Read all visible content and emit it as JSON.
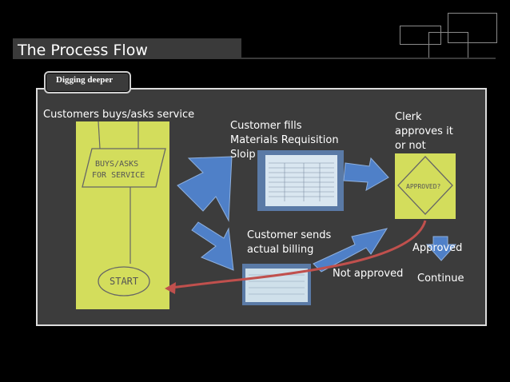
{
  "slide": {
    "title": "The Process Flow",
    "subtitle": "Digging deeper"
  },
  "flow": {
    "step1": "Customers buys/asks service",
    "step2_line1": "Customer fills",
    "step2_line2": "Materials Requisition",
    "step2_line3": "Sloip",
    "step3_line1": "Clerk",
    "step3_line2": "approves it",
    "step3_line3": "or not",
    "step4_line1": "Customer sends",
    "step4_line2": "actual billing",
    "not_approved": "Not approved",
    "approved": "Approved",
    "continue": "Continue"
  },
  "sketch": {
    "box_line1": "BUYS/ASKS",
    "box_line2": "FOR SERVICE",
    "start": "START",
    "diamond": "APPROVED?"
  },
  "colors": {
    "arrow_blue": "#4f80c8",
    "return_arrow_red": "#c0504d",
    "sketch_paper": "#d8e25a"
  }
}
